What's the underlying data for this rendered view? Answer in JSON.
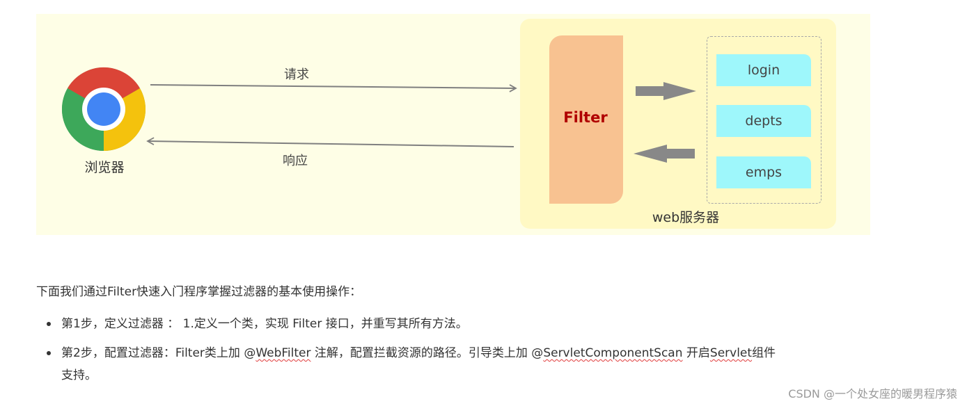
{
  "diagram": {
    "browser_label": "浏览器",
    "request_label": "请求",
    "response_label": "响应",
    "filter_label": "Filter",
    "resources": [
      "login",
      "depts",
      "emps"
    ],
    "server_label": "web服务器",
    "colors": {
      "background": "#fefee6",
      "server": "#fff9c4",
      "filter": "#f8c291",
      "filter_text": "#b00000",
      "resource": "#9ef7fb",
      "arrow": "#7f7f7f"
    }
  },
  "article": {
    "intro": "下面我们通过Filter快速入门程序掌握过滤器的基本使用操作：",
    "step1": "第1步，定义过滤器 ： 1.定义一个类，实现 Filter 接口，并重写其所有方法。",
    "step2": {
      "part1": "第2步，配置过滤器：Filter类上加 @",
      "annotation1": "WebFilter",
      "part2": " 注解，配置拦截资源的路径。引导类上加 @",
      "annotation2": "ServletComponentScan",
      "part3": " 开启",
      "servlet": "Servlet",
      "part4": "组件",
      "line2": "支持。"
    }
  },
  "watermark": "CSDN @一个处女座的暖男程序猿"
}
